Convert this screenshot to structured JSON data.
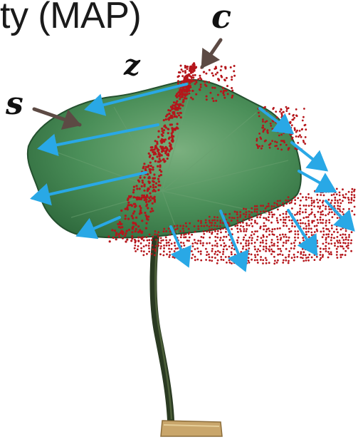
{
  "title": "ty (MAP)",
  "labels": {
    "c": "c",
    "z": "z",
    "s": "s"
  },
  "colors": {
    "leaf_dark": "#2f6a3d",
    "leaf_mid": "#4b8f59",
    "leaf_light": "#7bb07f",
    "stem": "#2a3a22",
    "base": "#c9a66b",
    "dots": "#b5161b",
    "arrow_blue": "#29a8e6",
    "pointer_arrow": "#5c4a44"
  },
  "icons": {
    "plant": "lotus-leaf-icon"
  }
}
